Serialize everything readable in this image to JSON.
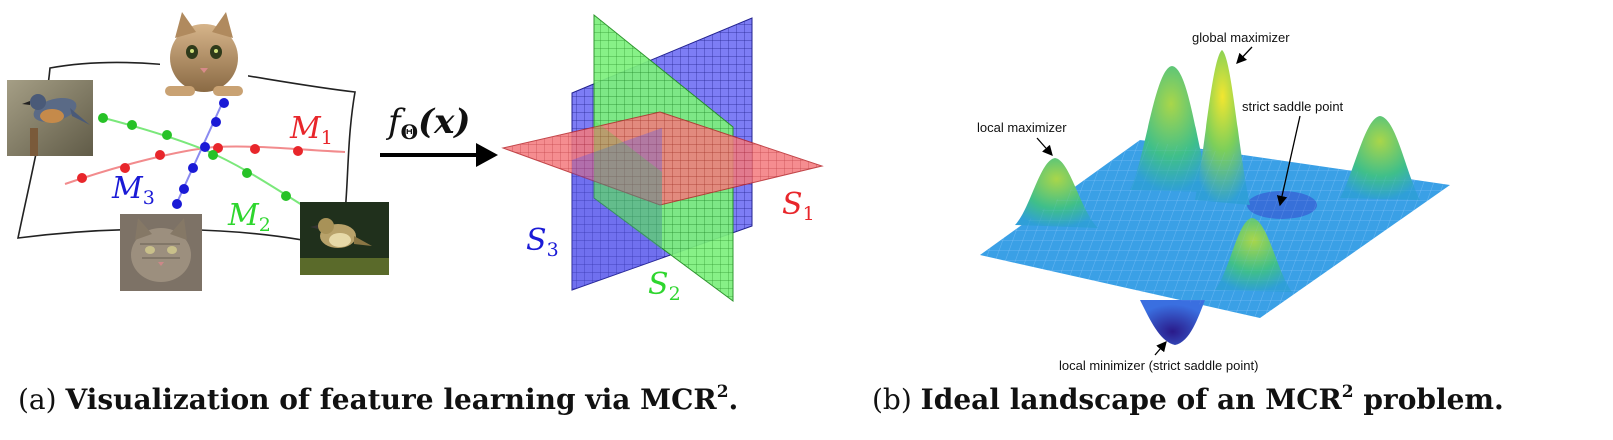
{
  "panel_a": {
    "manifold_labels": {
      "m1": {
        "symbol": "M",
        "sub": "1",
        "color": "#e8262b"
      },
      "m2": {
        "symbol": "M",
        "sub": "2",
        "color": "#2ed62e"
      },
      "m3": {
        "symbol": "M",
        "sub": "3",
        "color": "#1a1ad6"
      }
    },
    "mapping": {
      "fn": "f",
      "param": "Θ",
      "arg": "(x)"
    },
    "subspace_labels": {
      "s1": {
        "symbol": "S",
        "sub": "1",
        "color": "#e8262b"
      },
      "s2": {
        "symbol": "S",
        "sub": "2",
        "color": "#2ed62e"
      },
      "s3": {
        "symbol": "S",
        "sub": "3",
        "color": "#1a1ad6"
      }
    },
    "photos": [
      {
        "icon": "cat-photo-icon"
      },
      {
        "icon": "bird-photo-icon"
      },
      {
        "icon": "cat-photo-icon"
      },
      {
        "icon": "bird-photo-icon"
      }
    ],
    "caption": {
      "prefix": "(a) ",
      "title": "Visualization of feature learning via MCR",
      "sup": "2",
      "suffix": "."
    }
  },
  "panel_b": {
    "annotations": {
      "global_max": "global maximizer",
      "local_max": "local maximizer",
      "saddle": "strict saddle point",
      "local_min": "local minimizer (strict saddle point)"
    },
    "caption": {
      "prefix": "(b) ",
      "title": "Ideal landscape of an MCR",
      "sup": "2",
      "suffix": " problem."
    }
  },
  "colors": {
    "red": "#e8262b",
    "green": "#2ed62e",
    "blue": "#1a1ad6",
    "surface": "#3aa0e6"
  }
}
